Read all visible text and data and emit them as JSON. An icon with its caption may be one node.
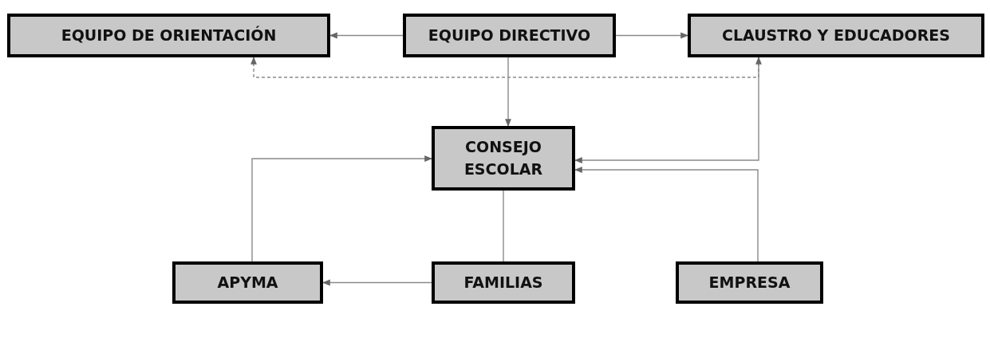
{
  "diagram": {
    "nodes": [
      {
        "text": [
          "EQUIPO DE ORIENTACIÓN"
        ]
      },
      {
        "text": [
          "EQUIPO DIRECTIVO"
        ]
      },
      {
        "text": [
          "CLAUSTRO Y EDUCADORES"
        ]
      },
      {
        "text": [
          "CONSEJO ESCOLAR"
        ]
      },
      {
        "text": [
          "APYMA"
        ]
      },
      {
        "text": [
          "FAMILIAS"
        ]
      },
      {
        "text": [
          "EMPRESA"
        ]
      }
    ],
    "edges": [
      {
        "from": 1,
        "to": 0,
        "arrow": "to"
      },
      {
        "from": 1,
        "to": 2,
        "arrow": "to"
      },
      {
        "from": 2,
        "to": 0,
        "arrow": "to",
        "style": "dashed"
      },
      {
        "from": 1,
        "to": 3,
        "arrow": "to"
      },
      {
        "from": 3,
        "to": 2,
        "arrow": "both"
      },
      {
        "from": 4,
        "to": 3,
        "arrow": "to"
      },
      {
        "from": 6,
        "to": 3,
        "arrow": "to"
      },
      {
        "from": 5,
        "to": 3,
        "arrow": "none"
      },
      {
        "from": 5,
        "to": 4,
        "arrow": "to"
      }
    ]
  }
}
